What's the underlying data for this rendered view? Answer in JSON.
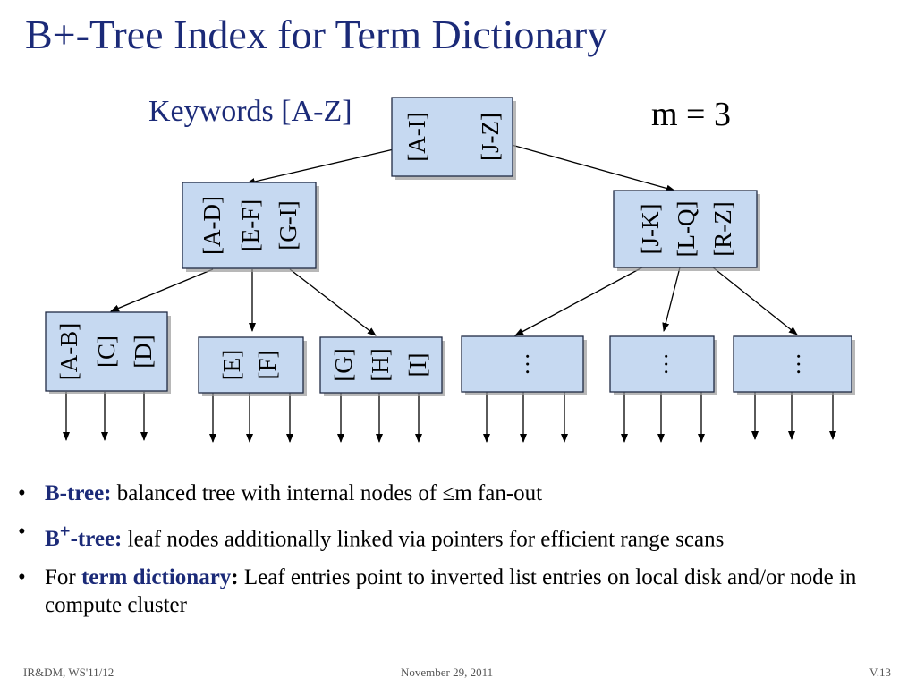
{
  "slide": {
    "title": "B+-Tree Index for Term Dictionary",
    "keywords_label": "Keywords [A-Z]",
    "m_label": "m = 3"
  },
  "tree": {
    "root": [
      "[A-I]",
      "[J-Z]"
    ],
    "internal_left": [
      "[A-D]",
      "[E-F]",
      "[G-I]"
    ],
    "internal_right": [
      "[J-K]",
      "[L-Q]",
      "[R-Z]"
    ],
    "leaf_1": [
      "[A-B]",
      "[C]",
      "[D]"
    ],
    "leaf_2": [
      "[E]",
      "[F]"
    ],
    "leaf_3": [
      "[G]",
      "[H]",
      "[I]"
    ],
    "ellipsis": "…"
  },
  "bullets": [
    {
      "bold": "B-tree:",
      "text": " balanced tree with internal nodes of ≤m fan-out"
    },
    {
      "bold_pre": "B",
      "bold_sup": "+",
      "bold_post": "-tree:",
      "text": " leaf nodes additionally linked via pointers for efficient range scans"
    },
    {
      "pre": "For ",
      "bold": "term dictionary",
      "colon": ":",
      "text": " Leaf entries point to inverted list entries on local disk and/or node in compute cluster"
    }
  ],
  "footer": {
    "left": "IR&DM, WS'11/12",
    "center": "November 29, 2011",
    "right": "V.13"
  }
}
